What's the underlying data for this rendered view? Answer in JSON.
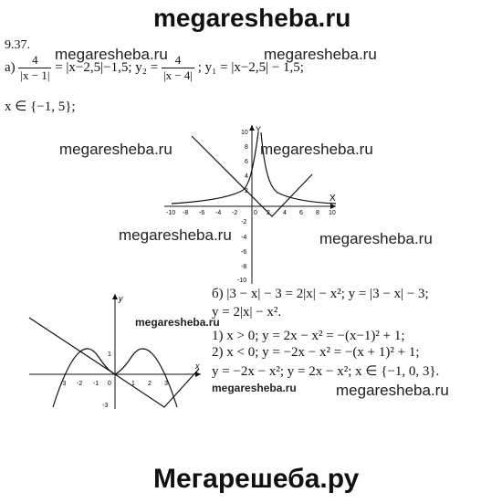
{
  "header": {
    "site": "megaresheba.ru"
  },
  "problem": {
    "number": "9.37.",
    "part_a": {
      "label": "а)",
      "frac1_num": "4",
      "frac1_den": "|x − 1|",
      "eq1_rhs": "= |x−2,5|−1,5;",
      "y2_lhs": "y₂ =",
      "frac2_num": "4",
      "frac2_den": "|x − 4|",
      "y1_text": "; y₁ = |x−2,5| − 1,5;",
      "answer": "x ∈ {−1, 5};"
    },
    "part_b": {
      "line1": "б) |3 − x| − 3 = 2|x| − x²; y = |3 − x| − 3;",
      "line2": "y = 2|x| − x².",
      "line3": "1) x > 0; y = 2x − x² = −(x−1)² + 1;",
      "line4": "2) x < 0; y = −2x − x² = −(x + 1)² + 1;",
      "line5": "y = −2x − x²; y = 2x − x²; x ∈ {−1, 0, 3}."
    }
  },
  "graph_a": {
    "x_ticks": [
      "-10",
      "-8",
      "-6",
      "-4",
      "-2",
      "0",
      "2",
      "4",
      "6",
      "8",
      "10"
    ],
    "y_ticks_pos": [
      "10",
      "8",
      "6",
      "4",
      "2"
    ],
    "y_ticks_neg": [
      "-2",
      "-4",
      "-6",
      "-8",
      "-10"
    ],
    "x_label": "X",
    "y_label": "Y"
  },
  "graph_b": {
    "x_ticks": [
      "-3",
      "-2",
      "-1",
      "0",
      "1",
      "2",
      "3"
    ],
    "y_ticks": [
      "1",
      "-3"
    ],
    "x_label": "x",
    "y_label": "y"
  },
  "watermarks": {
    "w1": "megaresheba.ru",
    "w2": "megaresheba.ru",
    "w3": "megaresheba.ru",
    "w4": "megaresheba.ru",
    "w5": "megaresheba.ru",
    "w6": "megaresheba.ru",
    "w7": "megaresheba.ru",
    "w8": "megaresheba.ru",
    "w9": "megaresheba.ru"
  },
  "footer": {
    "site": "Мегарешеба.ру"
  }
}
